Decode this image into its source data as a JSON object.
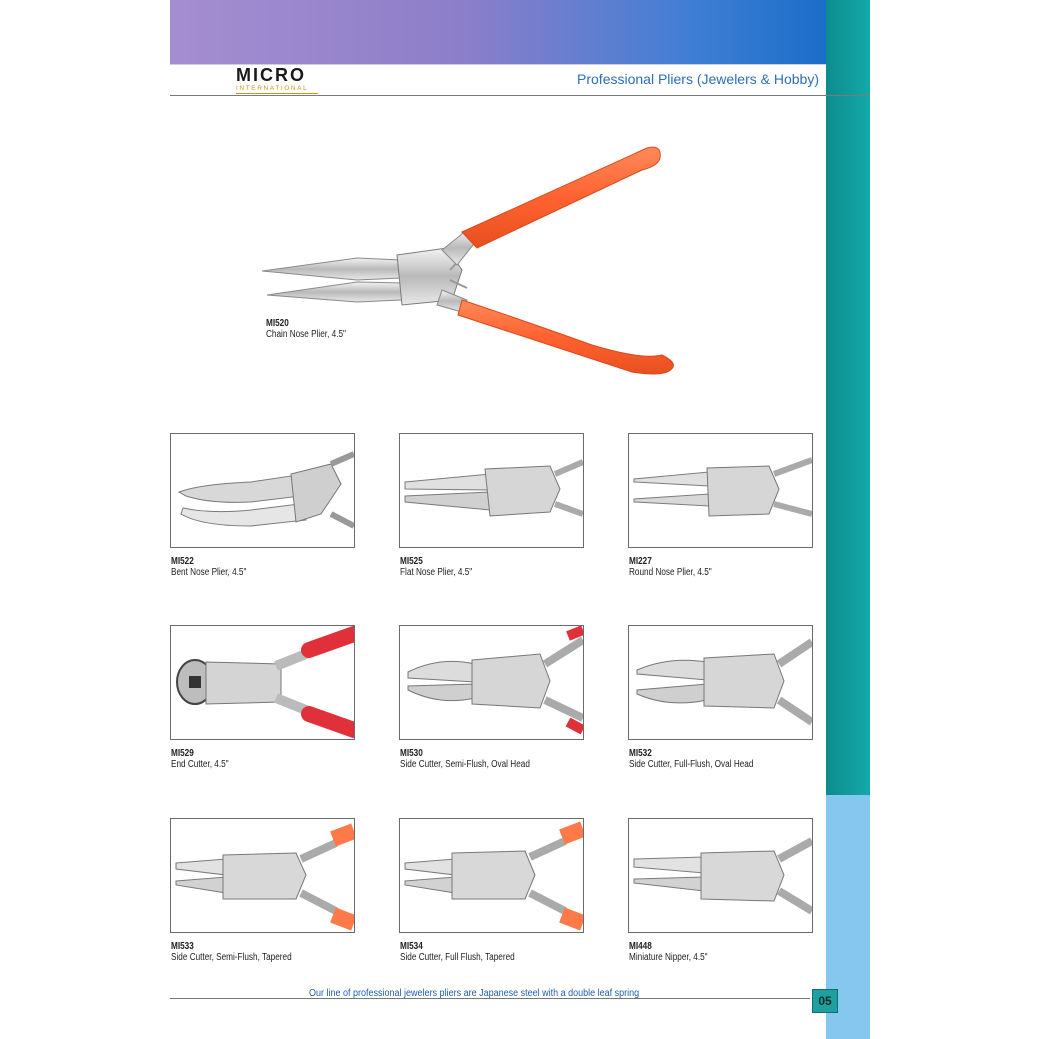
{
  "brand": {
    "name": "MICRO",
    "sub": "INTERNATIONAL"
  },
  "header": {
    "title": "Professional Pliers (Jewelers & Hobby)"
  },
  "hero": {
    "code": "MI520",
    "desc": "Chain Nose Plier, 4.5\""
  },
  "products": [
    {
      "code": "MI522",
      "desc": "Bent Nose Plier, 4.5\""
    },
    {
      "code": "MI525",
      "desc": "Flat Nose Plier, 4.5\""
    },
    {
      "code": "MI227",
      "desc": "Round Nose Plier, 4.5\""
    },
    {
      "code": "MI529",
      "desc": "End Cutter, 4.5\""
    },
    {
      "code": "MI530",
      "desc": "Side Cutter, Semi-Flush, Oval Head"
    },
    {
      "code": "MI532",
      "desc": "Side Cutter, Full-Flush, Oval Head"
    },
    {
      "code": "MI533",
      "desc": "Side Cutter, Semi-Flush, Tapered"
    },
    {
      "code": "MI534",
      "desc": "Side Cutter, Full Flush, Tapered"
    },
    {
      "code": "MI448",
      "desc": "Miniature Nipper, 4.5\""
    }
  ],
  "footer": {
    "text": "Our line of professional jewelers pliers are Japanese steel with a double leaf spring",
    "page": "05"
  },
  "colors": {
    "grip_orange": "#ff6a3a",
    "grip_red": "#e0303a",
    "teal": "#14a8a8",
    "light_blue": "#86c7ef",
    "heading_blue": "#2b6fb8"
  }
}
